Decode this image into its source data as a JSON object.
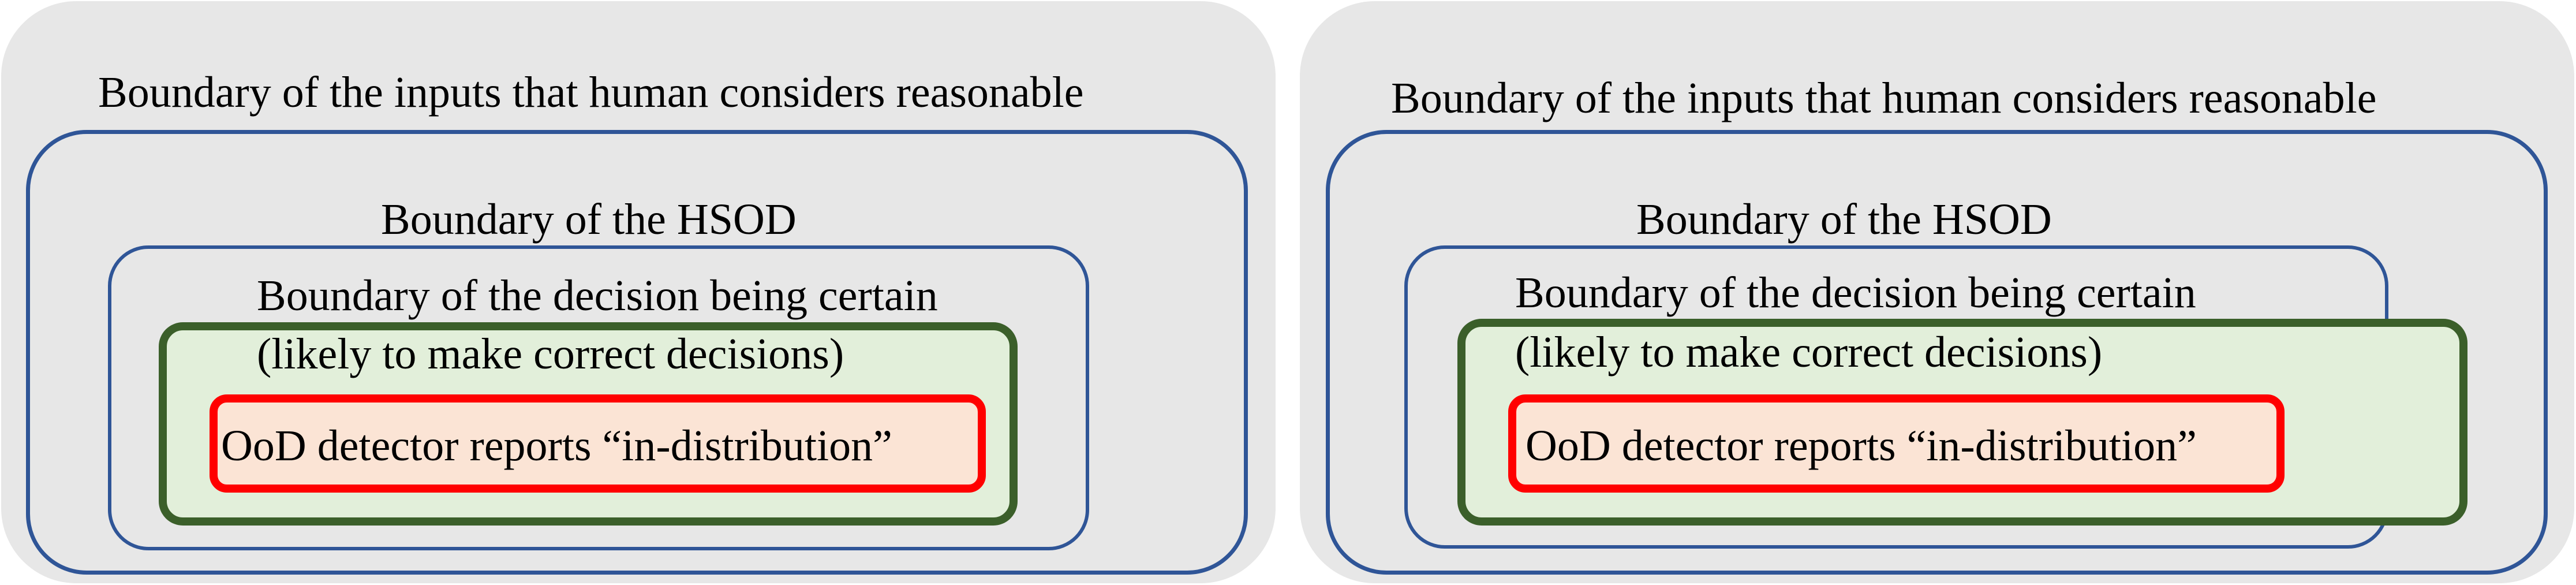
{
  "panels": [
    {
      "human_label": "Boundary of the inputs that human considers reasonable",
      "hsod_label": "Boundary of the HSOD",
      "certain_label": "Boundary of the decision being certain",
      "certain_sublabel": "(likely to make correct decisions)",
      "ood_label": "OoD detector reports “in-distribution”"
    },
    {
      "human_label": "Boundary of the inputs that human considers reasonable",
      "hsod_label": "Boundary of the HSOD",
      "certain_label": "Boundary of the decision being certain",
      "certain_sublabel": "(likely to make correct decisions)",
      "ood_label": "OoD detector reports “in-distribution”"
    }
  ],
  "colors": {
    "panel_fill": "#e7e7e7",
    "blue_boundary": "#2f5597",
    "green_boundary": "#3b5f2a",
    "green_fill": "#e2efda",
    "red_boundary": "#ff0000",
    "red_fill": "#fbe4d5"
  }
}
